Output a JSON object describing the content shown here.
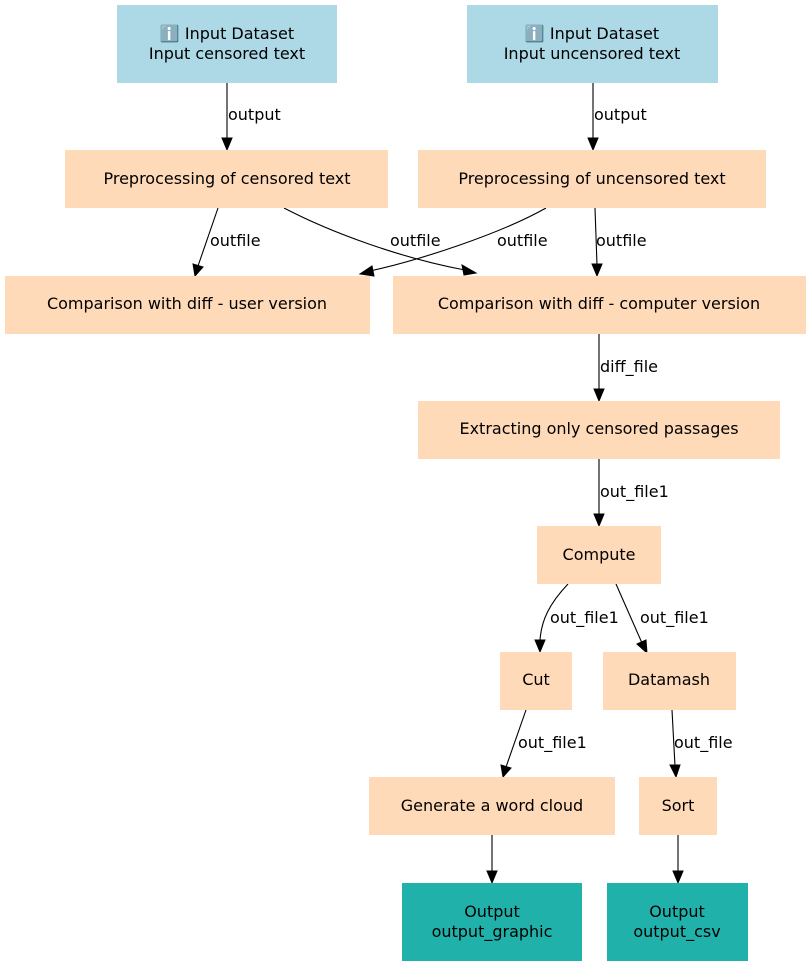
{
  "colors": {
    "input": "#add8e6",
    "tool": "#ffdab9",
    "output": "#20b2aa",
    "edge": "#000000",
    "text": "#000000"
  },
  "input_icon": "info-icon",
  "nodes": {
    "input_censored": {
      "line1": "ℹ️ Input Dataset",
      "line2": "Input censored text"
    },
    "input_uncensored": {
      "line1": "ℹ️ Input Dataset",
      "line2": "Input uncensored text"
    },
    "pre_censored": {
      "label": "Preprocessing of censored text"
    },
    "pre_uncensored": {
      "label": "Preprocessing of uncensored text"
    },
    "diff_user": {
      "label": "Comparison with diff - user version"
    },
    "diff_computer": {
      "label": "Comparison with diff - computer version"
    },
    "extract": {
      "label": "Extracting only censored passages"
    },
    "compute": {
      "label": "Compute"
    },
    "cut": {
      "label": "Cut"
    },
    "datamash": {
      "label": "Datamash"
    },
    "wordcloud": {
      "label": "Generate a word cloud"
    },
    "sort": {
      "label": "Sort"
    },
    "out_graphic": {
      "line1": "Output",
      "line2": "output_graphic"
    },
    "out_csv": {
      "line1": "Output",
      "line2": "output_csv"
    }
  },
  "edges": {
    "e1": {
      "label": "output"
    },
    "e2": {
      "label": "output"
    },
    "e3": {
      "label": "outfile"
    },
    "e4": {
      "label": "outfile"
    },
    "e5": {
      "label": "outfile"
    },
    "e6": {
      "label": "outfile"
    },
    "e7": {
      "label": "diff_file"
    },
    "e8": {
      "label": "out_file1"
    },
    "e9": {
      "label": "out_file1"
    },
    "e10": {
      "label": "out_file1"
    },
    "e11": {
      "label": "out_file1"
    },
    "e12": {
      "label": "out_file"
    },
    "e13": {
      "label": ""
    },
    "e14": {
      "label": ""
    }
  }
}
